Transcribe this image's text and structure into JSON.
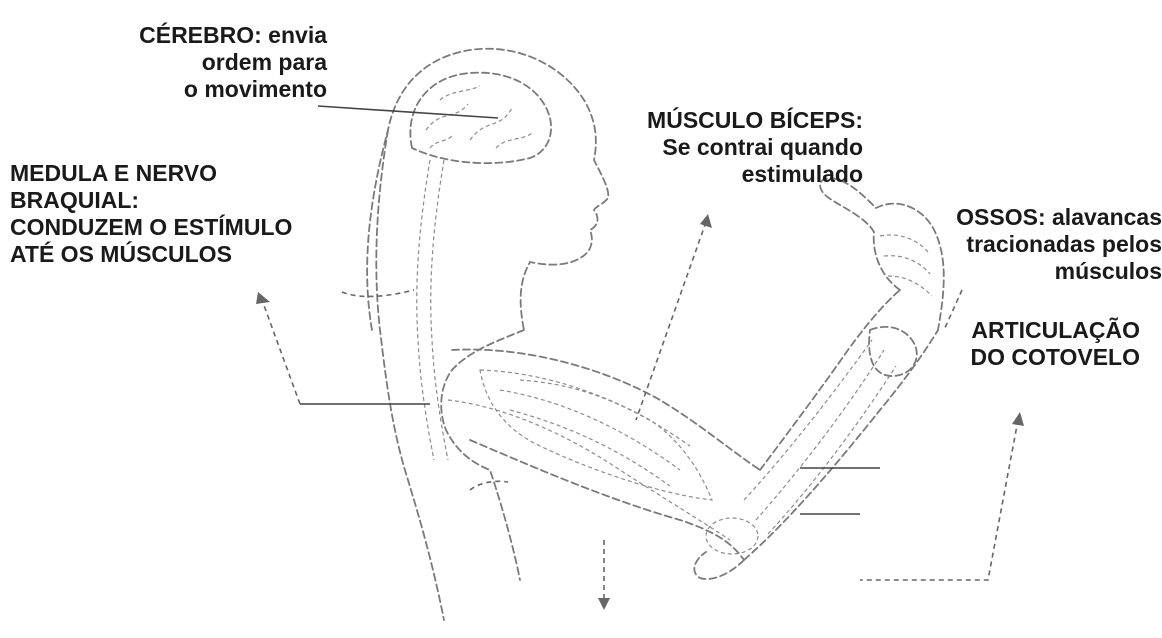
{
  "labels": {
    "cerebro": [
      "CÉREBRO: envia",
      "ordem para",
      "o movimento"
    ],
    "medula": [
      "MEDULA E NERVO",
      "BRAQUIAL:",
      "CONDUZEM O ESTÍMULO",
      "ATÉ OS MÚSCULOS"
    ],
    "biceps": [
      "MÚSCULO BÍCEPS:",
      "Se contrai quando",
      "estimulado"
    ],
    "ossos": [
      "OSSOS: alavancas",
      "tracionadas pelos",
      "músculos"
    ],
    "cotovelo": [
      "ARTICULAÇÃO",
      "DO COTOVELO"
    ]
  },
  "colors": {
    "text": "#1a1a1a",
    "line": "#7a7a7a",
    "background": "#ffffff"
  }
}
